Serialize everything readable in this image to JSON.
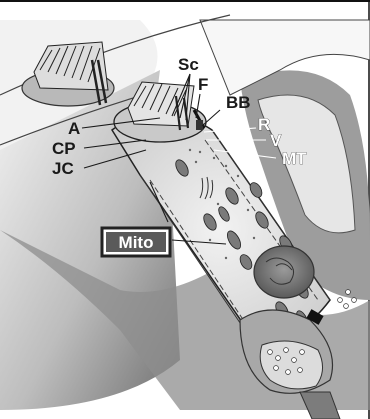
{
  "figure": {
    "labels": {
      "sc": "Sc",
      "f": "F",
      "bb": "BB",
      "r": "R",
      "v": "V",
      "mt": "MT",
      "a": "A",
      "cp": "CP",
      "jc": "JC",
      "mito": "Mito"
    }
  }
}
